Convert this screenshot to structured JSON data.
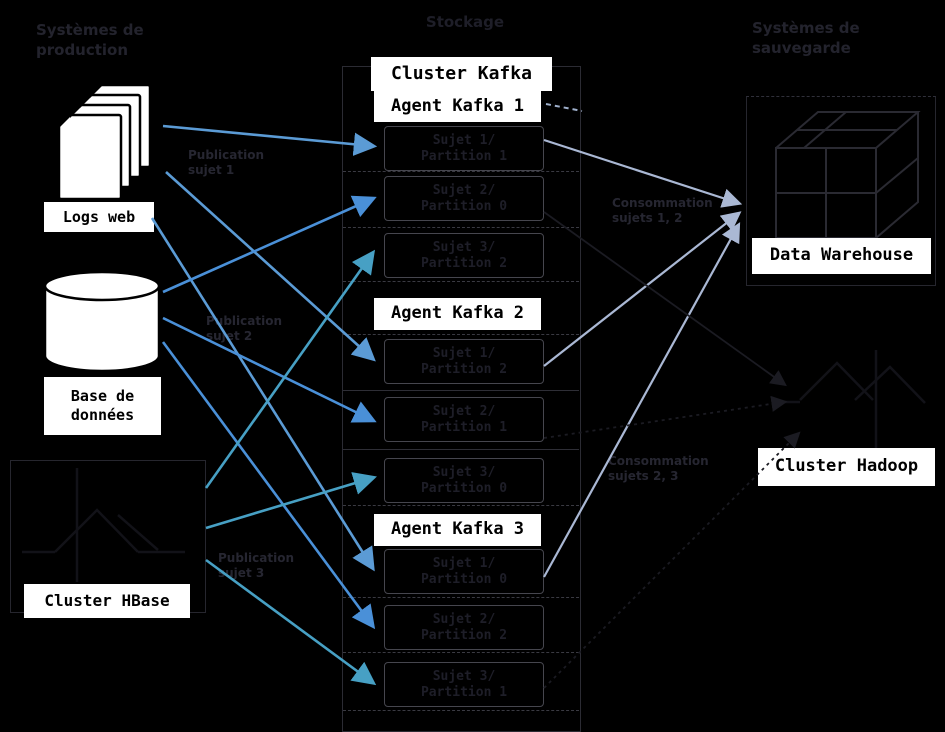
{
  "headers": {
    "left_line1": "Systèmes de",
    "left_line2": "production",
    "middle": "Stockage",
    "right_line1": "Systèmes de",
    "right_line2": "sauvegarde"
  },
  "producers": {
    "logs_web": {
      "label": "Logs web",
      "icon": "document-stack-icon"
    },
    "database": {
      "label_line1": "Base de",
      "label_line2": "données",
      "icon": "database-cylinder-icon"
    },
    "hbase": {
      "label": "Cluster HBase",
      "icon": "hbase-cluster-icon"
    }
  },
  "kafka": {
    "cluster_title": "Cluster Kafka",
    "agents": [
      {
        "label": "Agent Kafka 1",
        "partitions": [
          {
            "line1": "Sujet 1/",
            "line2": "Partition 1"
          },
          {
            "line1": "Sujet 2/",
            "line2": "Partition 0"
          },
          {
            "line1": "Sujet 3/",
            "line2": "Partition 2"
          }
        ]
      },
      {
        "label": "Agent Kafka 2",
        "partitions": [
          {
            "line1": "Sujet 1/",
            "line2": "Partition 2"
          },
          {
            "line1": "Sujet 2/",
            "line2": "Partition 1"
          },
          {
            "line1": "Sujet 3/",
            "line2": "Partition 0"
          }
        ]
      },
      {
        "label": "Agent Kafka 3",
        "partitions": [
          {
            "line1": "Sujet 1/",
            "line2": "Partition 0"
          },
          {
            "line1": "Sujet 2/",
            "line2": "Partition 2"
          },
          {
            "line1": "Sujet 3/",
            "line2": "Partition 1"
          }
        ]
      }
    ]
  },
  "consumers": {
    "data_warehouse": {
      "label": "Data Warehouse",
      "icon": "warehouse-cube-icon"
    },
    "hadoop": {
      "label": "Cluster Hadoop",
      "icon": "hadoop-icon"
    }
  },
  "edge_labels": {
    "pub1_line1": "Publication",
    "pub1_line2": "sujet 1",
    "pub2_line1": "Publication",
    "pub2_line2": "sujet 2",
    "pub3_line1": "Publication",
    "pub3_line2": "sujet 3",
    "cons1_line1": "Consommation",
    "cons1_line2": "sujets 1, 2",
    "cons2_line1": "Consommation",
    "cons2_line2": "sujets 2, 3"
  },
  "colors": {
    "background": "#000000",
    "arrow_logs": "#5b9bd5",
    "arrow_database": "#4a90d8",
    "arrow_hbase": "#47a0c4",
    "arrow_consumer": "#aab8d4",
    "arrow_dark": "#1b1b22",
    "label_box_bg": "#ffffff",
    "faint_text": "#1e1e28"
  }
}
